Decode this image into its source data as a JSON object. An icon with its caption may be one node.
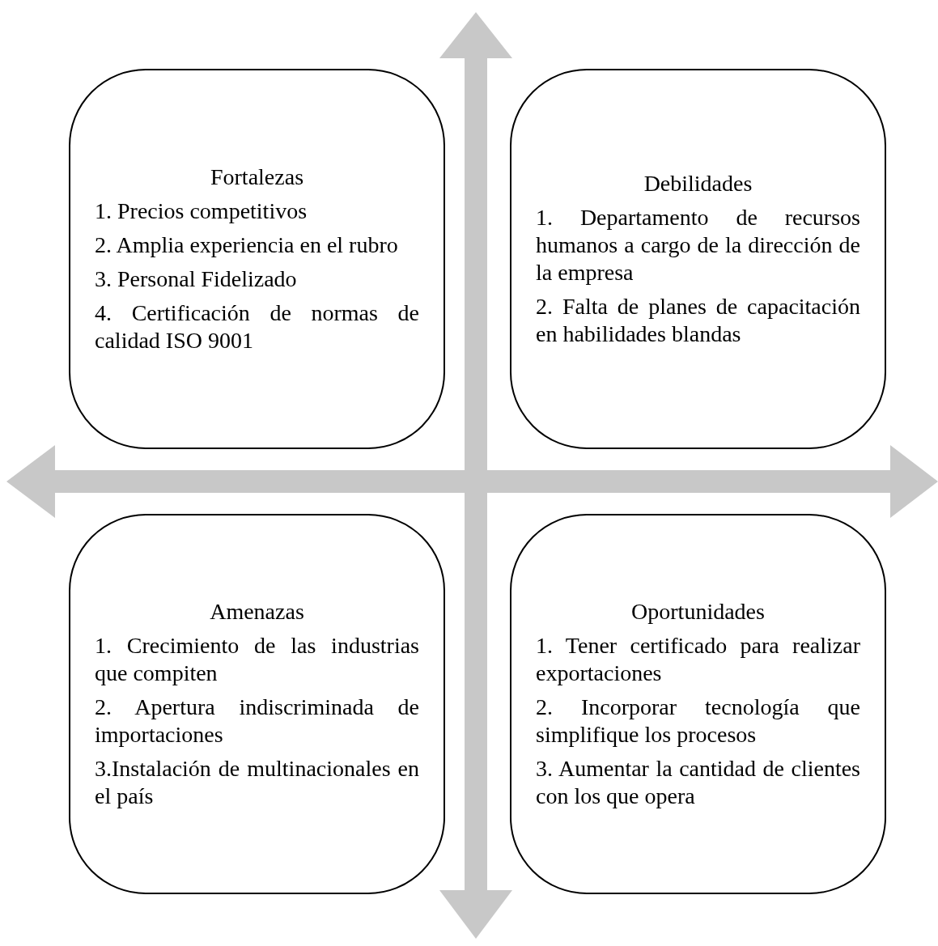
{
  "diagram": {
    "nodes": [
      {
        "text": [
          "Fortalezas",
          "1. Precios competitivos",
          "2. Amplia experiencia en el rubro",
          "3. Personal Fidelizado",
          "4. Certificación de normas de calidad ISO 9001"
        ]
      },
      {
        "text": [
          "Debilidades",
          "1. Departamento de recursos humanos a cargo de la dirección de la empresa",
          "2. Falta de planes de capacitación en habilidades blandas"
        ]
      },
      {
        "text": [
          "Amenazas",
          "1. Crecimiento de las industrias que compiten",
          "2. Apertura indiscriminada de importaciones",
          "3.Instalación de multinacionales en el país"
        ]
      },
      {
        "text": [
          "Oportunidades",
          "1. Tener certificado para realizar exportaciones",
          "2. Incorporar tecnología que simplifique los procesos",
          "3. Aumentar la cantidad de clientes con los que opera"
        ]
      }
    ]
  }
}
